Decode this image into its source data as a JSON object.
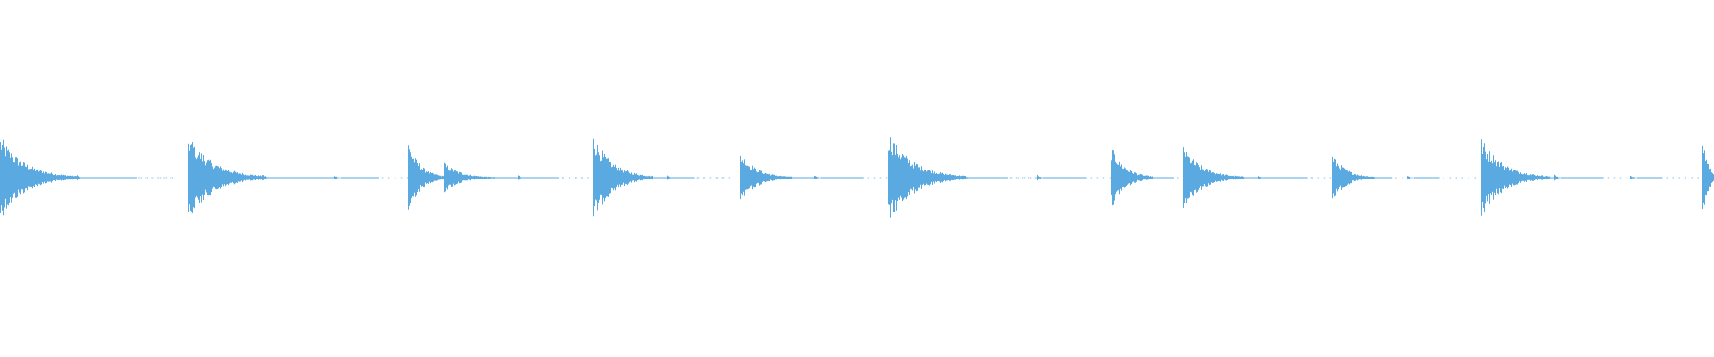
{
  "waveform": {
    "color": "#5aa9e0",
    "background": "#ffffff",
    "duration_fraction_per_hit": "relative",
    "hits": [
      {
        "t": 0.0,
        "amp": 0.86,
        "decay": 0.045,
        "tail": 0.035
      },
      {
        "t": 0.045,
        "amp": 0.06,
        "decay": 0.004,
        "tail": 0.03
      },
      {
        "t": 0.11,
        "amp": 0.9,
        "decay": 0.045,
        "tail": 0.04
      },
      {
        "t": 0.153,
        "amp": 0.08,
        "decay": 0.004,
        "tail": 0.018
      },
      {
        "t": 0.195,
        "amp": 0.05,
        "decay": 0.004,
        "tail": 0.022
      },
      {
        "t": 0.238,
        "amp": 0.75,
        "decay": 0.022,
        "tail": 0.012
      },
      {
        "t": 0.259,
        "amp": 0.32,
        "decay": 0.03,
        "tail": 0.03
      },
      {
        "t": 0.302,
        "amp": 0.06,
        "decay": 0.004,
        "tail": 0.02
      },
      {
        "t": 0.346,
        "amp": 0.9,
        "decay": 0.035,
        "tail": 0.02
      },
      {
        "t": 0.389,
        "amp": 0.05,
        "decay": 0.004,
        "tail": 0.012
      },
      {
        "t": 0.432,
        "amp": 0.52,
        "decay": 0.03,
        "tail": 0.015
      },
      {
        "t": 0.475,
        "amp": 0.06,
        "decay": 0.004,
        "tail": 0.025
      },
      {
        "t": 0.518,
        "amp": 0.95,
        "decay": 0.045,
        "tail": 0.02
      },
      {
        "t": 0.562,
        "amp": 0.06,
        "decay": 0.004,
        "tail": 0.022
      },
      {
        "t": 0.605,
        "amp": 0.06,
        "decay": 0.004,
        "tail": 0.025
      },
      {
        "t": 0.648,
        "amp": 0.68,
        "decay": 0.025,
        "tail": 0.012
      },
      {
        "t": 0.69,
        "amp": 0.65,
        "decay": 0.035,
        "tail": 0.02
      },
      {
        "t": 0.734,
        "amp": 0.05,
        "decay": 0.004,
        "tail": 0.025
      },
      {
        "t": 0.777,
        "amp": 0.5,
        "decay": 0.025,
        "tail": 0.01
      },
      {
        "t": 0.821,
        "amp": 0.05,
        "decay": 0.004,
        "tail": 0.015
      },
      {
        "t": 0.864,
        "amp": 0.82,
        "decay": 0.04,
        "tail": 0.005
      },
      {
        "t": 0.907,
        "amp": 0.07,
        "decay": 0.004,
        "tail": 0.025
      },
      {
        "t": 0.951,
        "amp": 0.05,
        "decay": 0.004,
        "tail": 0.015
      },
      {
        "t": 0.993,
        "amp": 0.88,
        "decay": 0.01,
        "tail": 0.0
      }
    ]
  }
}
